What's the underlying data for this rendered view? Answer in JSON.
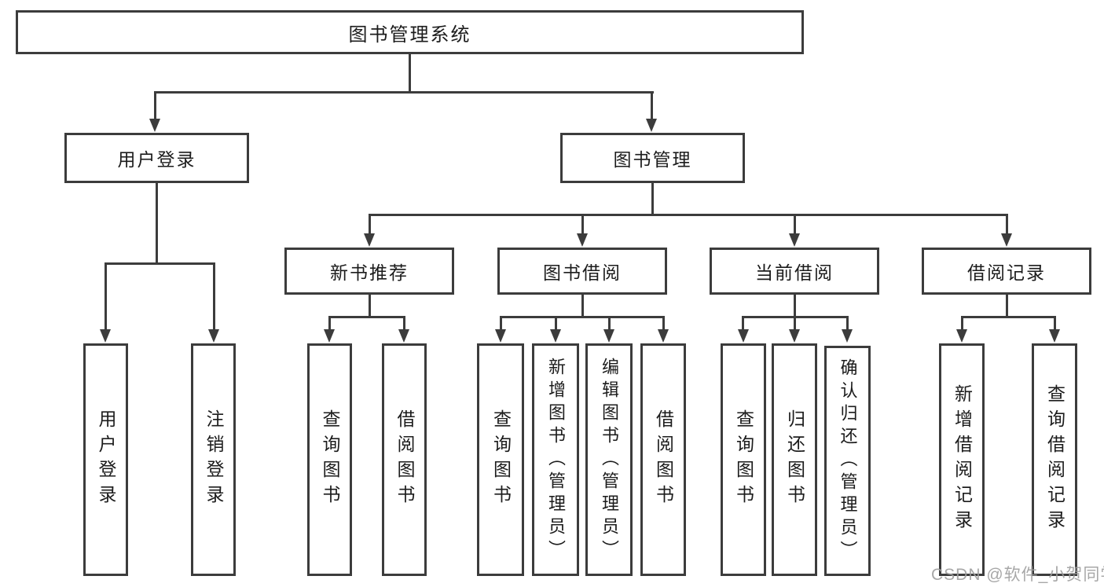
{
  "tree": {
    "root": {
      "label": "图书管理系统"
    },
    "branches": [
      {
        "label": "用户登录",
        "children": [
          {
            "label": "用户登录"
          },
          {
            "label": "注销登录"
          }
        ]
      },
      {
        "label": "图书管理",
        "children": [
          {
            "label": "新书推荐",
            "children": [
              {
                "label": "查询图书"
              },
              {
                "label": "借阅图书"
              }
            ]
          },
          {
            "label": "图书借阅",
            "children": [
              {
                "label": "查询图书"
              },
              {
                "label": "新增图书（管理员）"
              },
              {
                "label": "编辑图书（管理员）"
              },
              {
                "label": "借阅图书"
              }
            ]
          },
          {
            "label": "当前借阅",
            "children": [
              {
                "label": "查询图书"
              },
              {
                "label": "归还图书"
              },
              {
                "label": "确认归还（管理员）"
              }
            ]
          },
          {
            "label": "借阅记录",
            "children": [
              {
                "label": "新增借阅记录"
              },
              {
                "label": "查询借阅记录"
              }
            ]
          }
        ]
      }
    ]
  },
  "watermark": "CSDN @软件_小贺同学",
  "colors": {
    "line": "#3c3c3c",
    "ink": "#1c1c1c",
    "bg": "#ffffff",
    "wm": "#9e9e9e"
  }
}
